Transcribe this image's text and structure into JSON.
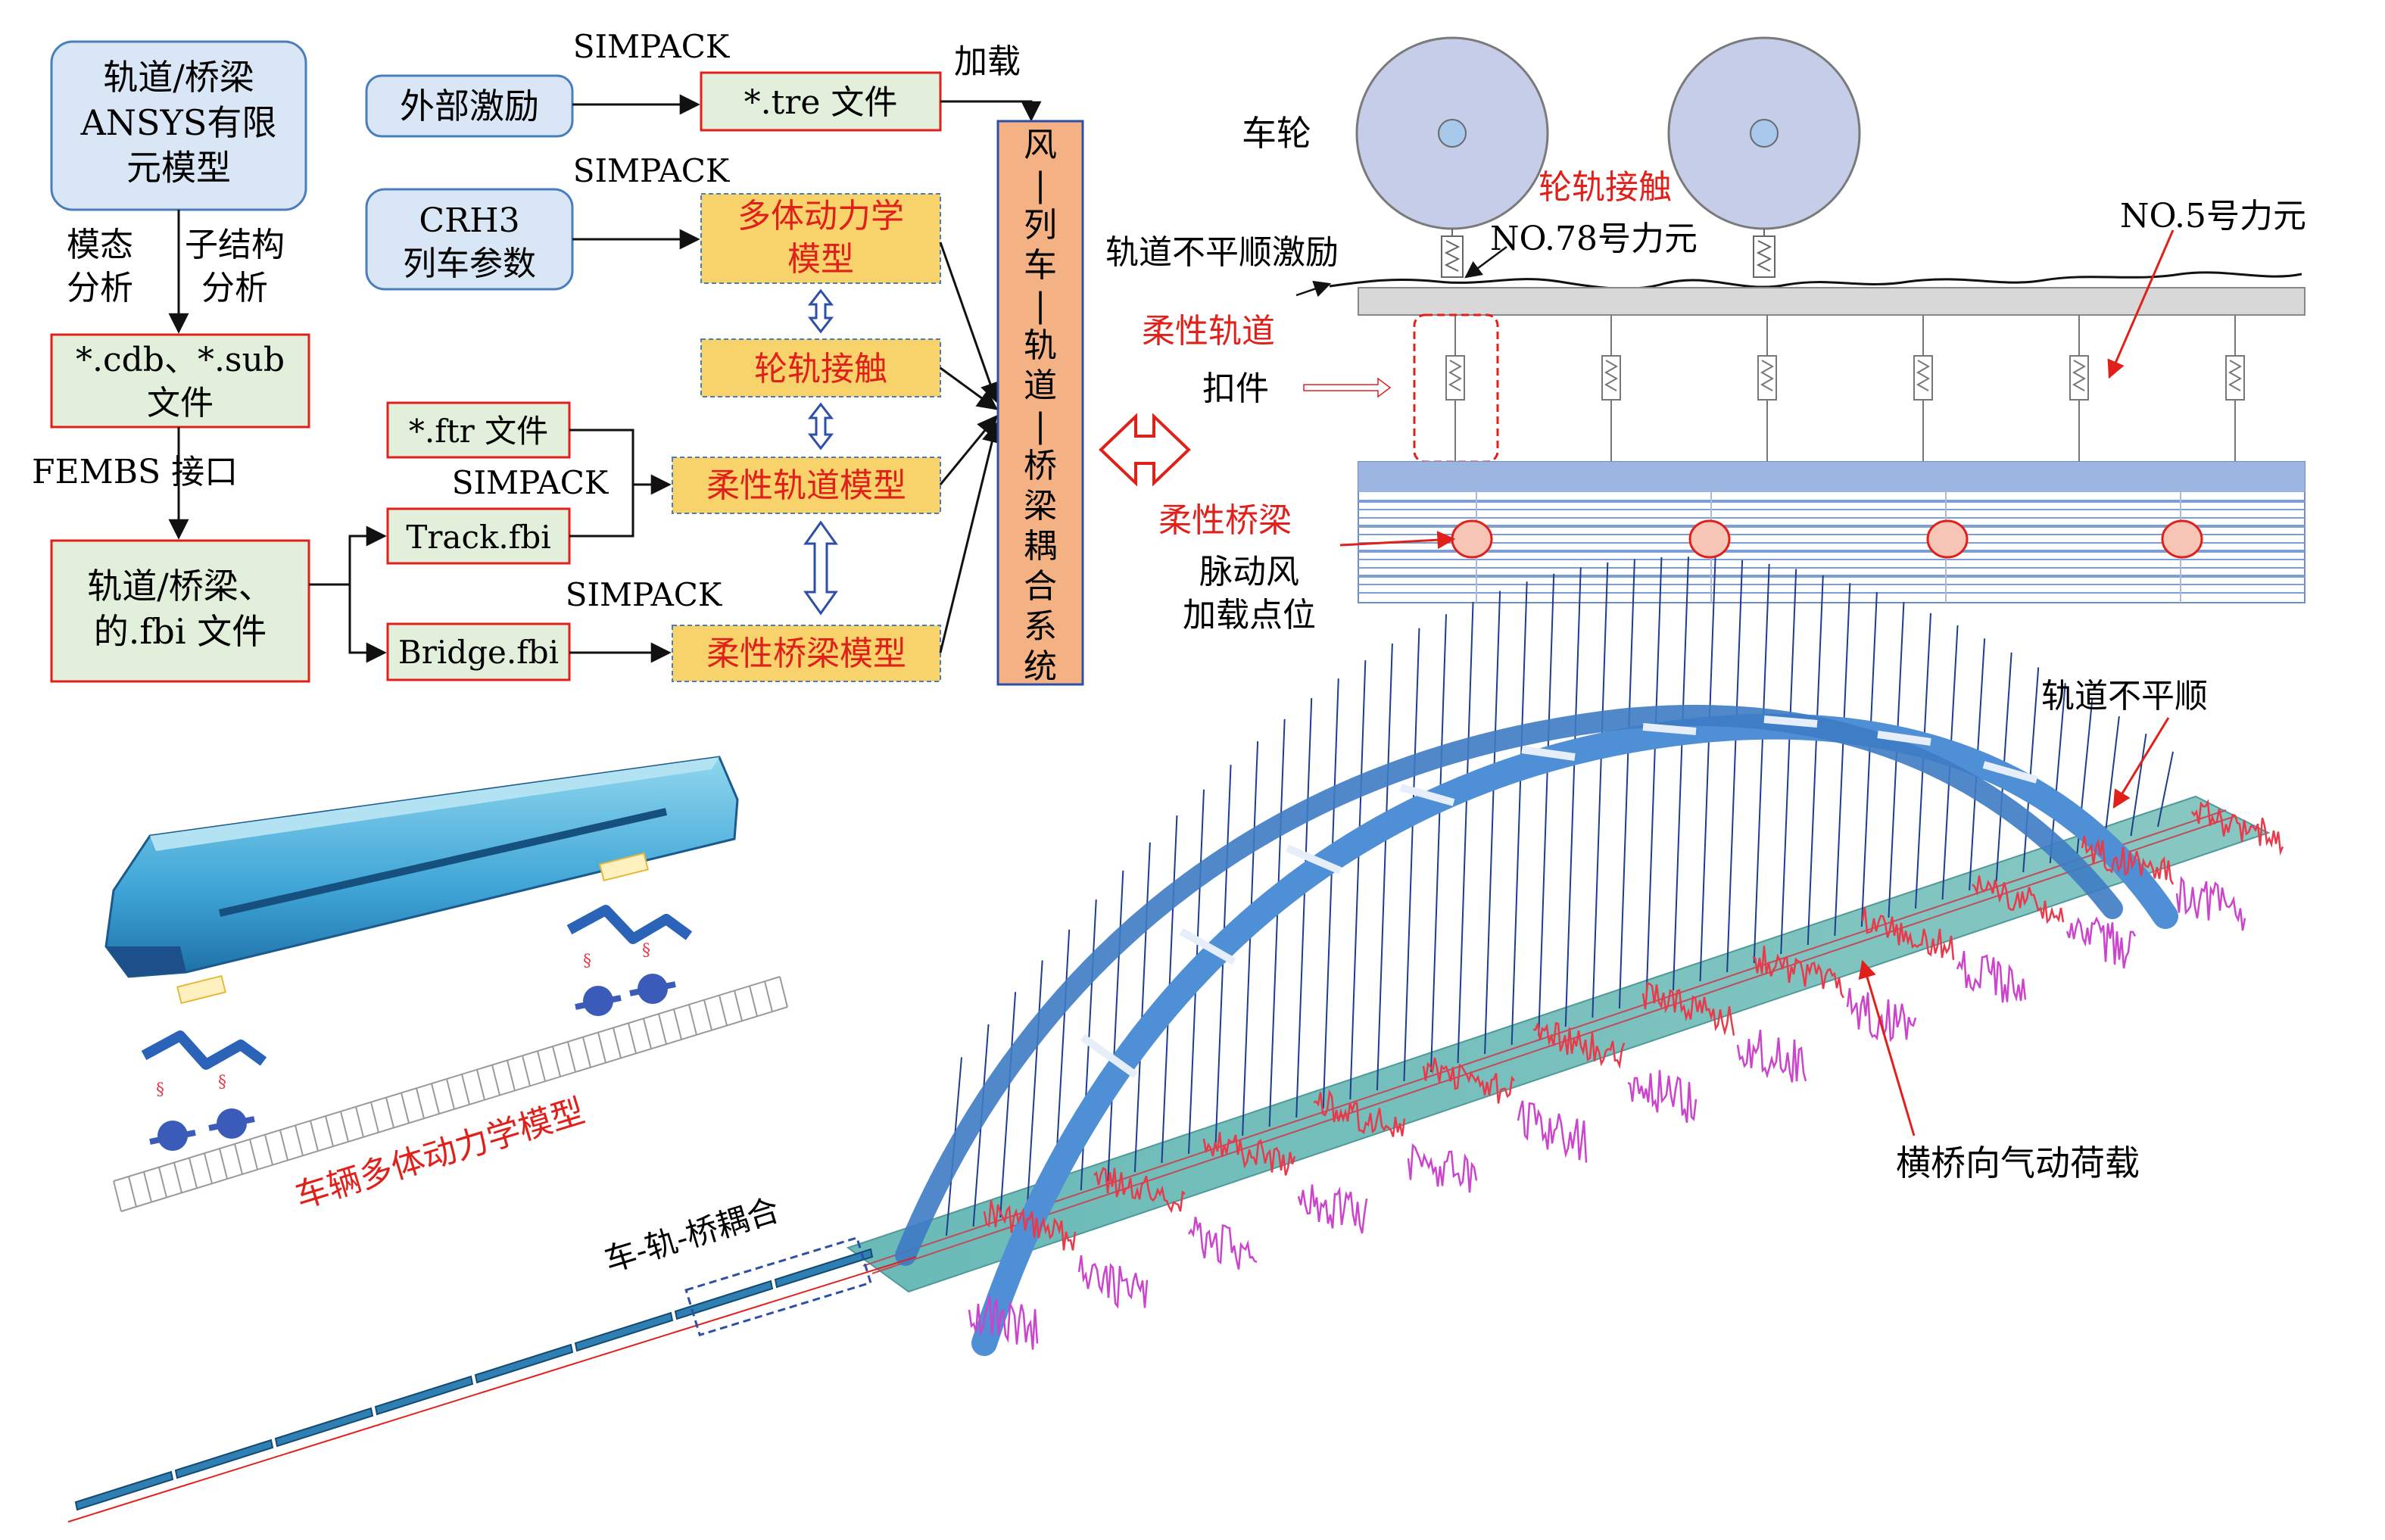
{
  "flowchart": {
    "ansys_box": "轨道/桥梁\nANSYS有限\n元模型",
    "modal_label": "模态\n分析",
    "substructure_label": "子结构\n分析",
    "cdb_box": "*.cdb、*.sub\n文件",
    "fembs_label": "FEMBS 接口",
    "fbi_box": "轨道/桥梁、\n的.fbi 文件",
    "external_box": "外部激励",
    "crh3_box": "CRH3\n列车参数",
    "simpack_1": "SIMPACK",
    "simpack_2": "SIMPACK",
    "simpack_3": "SIMPACK",
    "simpack_4": "SIMPACK",
    "tre_box": "*.tre 文件",
    "load_label": "加载",
    "mbd_box": "多体动力学\n模型",
    "wheelrail_box": "轮轨接触",
    "ftr_box": "*.ftr 文件",
    "track_fbi_box": "Track.fbi",
    "bridge_fbi_box": "Bridge.fbi",
    "flex_track_box": "柔性轨道模型",
    "flex_bridge_box": "柔性桥梁模型",
    "coupling_box": "风\n|\n列\n车\n|\n轨\n道\n|\n桥\n梁\n耦\n合\n系\n统"
  },
  "schematic": {
    "wheel_label": "车轮",
    "contact_label": "轮轨接触",
    "irregularity_label": "轨道不平顺激励",
    "no78_label": "NO.78号力元",
    "no5_label": "NO.5号力元",
    "flex_track_label": "柔性轨道",
    "fastener_label": "扣件",
    "flex_bridge_label": "柔性桥梁",
    "wind_point_label": "脉动风\n加载点位"
  },
  "bottom": {
    "vehicle_model_label": "车辆多体动力学模型",
    "coupling_label": "车-轨-桥耦合",
    "irregularity_label": "轨道不平顺",
    "aero_load_label": "横桥向气动荷载"
  },
  "colors": {
    "blue_box_fill": "#d9e6f5",
    "blue_box_stroke": "#4a7ebb",
    "green_box_fill": "#e2efda",
    "red_stroke": "#e0201b",
    "orange_fill": "#f8d26a",
    "salmon_fill": "#f4b183",
    "red_text": "#e0201b",
    "wheel_fill": "#c5cde8",
    "bridge_blue": "#3d7bc4",
    "deck_teal": "#5fa8a8",
    "load_red": "#e83a4a",
    "load_magenta": "#cc44cc"
  }
}
